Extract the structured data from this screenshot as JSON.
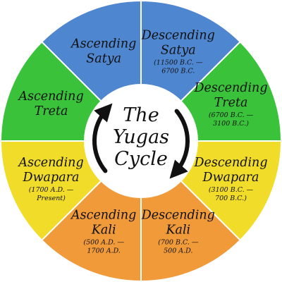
{
  "center": {
    "lines": [
      "The",
      "Yugas",
      "Cycle"
    ]
  },
  "colors": {
    "satya": "#4f86d0",
    "treta": "#3ac33a",
    "dwapara": "#f2dc2a",
    "kali": "#f09a3a",
    "divider": "#ffffff",
    "arrow": "#111111"
  },
  "segments": [
    {
      "key": "desc-satya",
      "color_key": "satya",
      "title": [
        "Descending",
        "Satya"
      ],
      "dates": [
        "(11500 B.C. —",
        "6700 B.C."
      ]
    },
    {
      "key": "desc-treta",
      "color_key": "treta",
      "title": [
        "Descending",
        "Treta"
      ],
      "dates": [
        "(6700 B.C. —",
        "3100 B.C.)"
      ]
    },
    {
      "key": "desc-dwapara",
      "color_key": "dwapara",
      "title": [
        "Descending",
        "Dwapara"
      ],
      "dates": [
        "(3100 B.C. —",
        "700 B.C.)"
      ]
    },
    {
      "key": "desc-kali",
      "color_key": "kali",
      "title": [
        "Descending",
        "Kali"
      ],
      "dates": [
        "(700 B.C. —",
        "500 A.D."
      ]
    },
    {
      "key": "asc-kali",
      "color_key": "kali",
      "title": [
        "Ascending",
        "Kali"
      ],
      "dates": [
        "(500 A.D. —",
        "1700 A.D."
      ]
    },
    {
      "key": "asc-dwapara",
      "color_key": "dwapara",
      "title": [
        "Ascending",
        "Dwapara"
      ],
      "dates": [
        "(1700 A.D. —",
        "Present)"
      ]
    },
    {
      "key": "asc-treta",
      "color_key": "treta",
      "title": [
        "Ascending",
        "Treta"
      ],
      "dates": []
    },
    {
      "key": "asc-satya",
      "color_key": "satya",
      "title": [
        "Ascending",
        "Satya"
      ],
      "dates": []
    }
  ]
}
